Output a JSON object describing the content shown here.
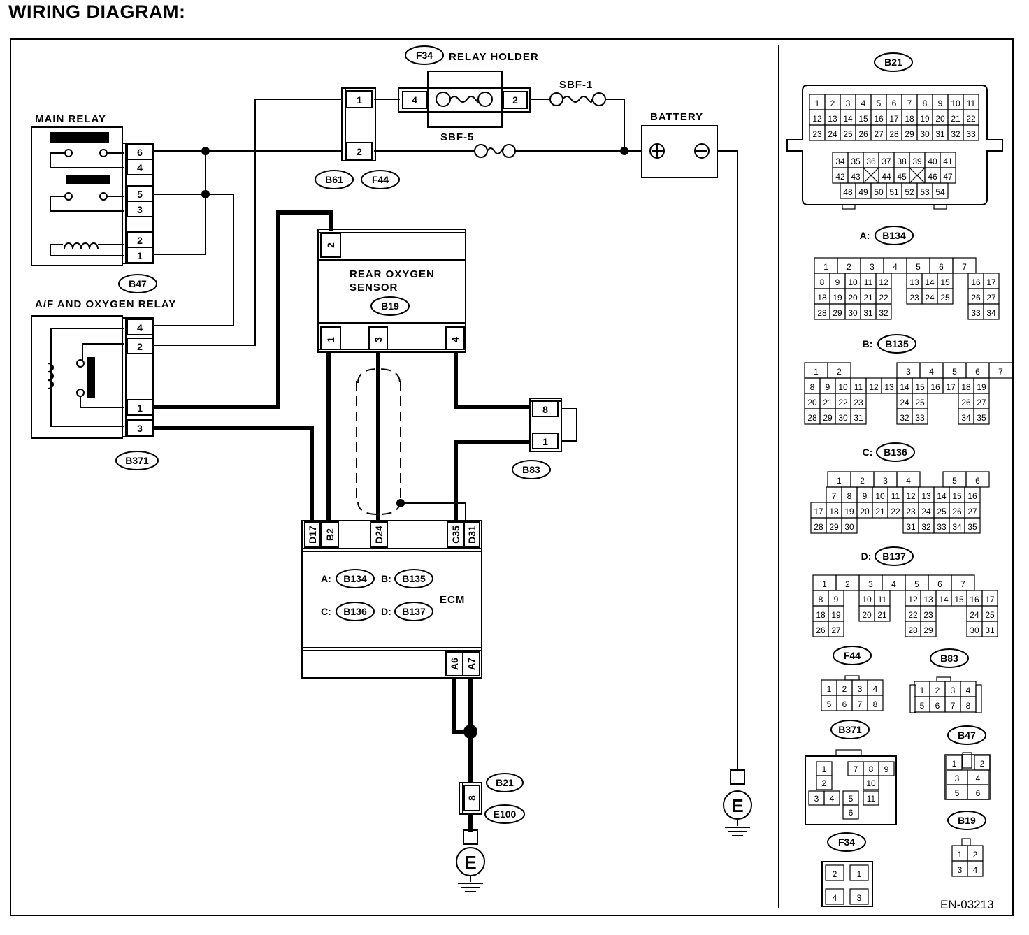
{
  "title": "WIRING DIAGRAM:",
  "figure_id": "EN-03213",
  "components": {
    "main_relay": "MAIN RELAY",
    "af_relay": "A/F AND OXYGEN RELAY",
    "relay_holder": "RELAY HOLDER",
    "battery": "BATTERY",
    "rear_o2_line1": "REAR OXYGEN",
    "rear_o2_line2": "SENSOR",
    "ecm": "ECM",
    "sbf1": "SBF-1",
    "sbf5": "SBF-5",
    "ground": "E"
  },
  "connectors": {
    "b47": "B47",
    "b371": "B371",
    "b61": "B61",
    "f44": "F44",
    "f34": "F34",
    "b19": "B19",
    "b83": "B83",
    "b21": "B21",
    "e100": "E100",
    "b134": "B134",
    "b135": "B135",
    "b136": "B136",
    "b137": "B137"
  },
  "ecm_prefixes": {
    "a": "A:",
    "b": "B:",
    "c": "C:",
    "d": "D:"
  },
  "pins": {
    "main_relay": [
      "6",
      "4",
      "5",
      "3",
      "2",
      "1"
    ],
    "af_relay": [
      "4",
      "2",
      "1",
      "3"
    ],
    "b61": [
      "1",
      "2"
    ],
    "f34_holder": [
      "4",
      "2"
    ],
    "o2_top": "2",
    "o2_bottom": [
      "1",
      "3",
      "4"
    ],
    "b83": [
      "8",
      "1"
    ],
    "ecm_top": [
      "D17",
      "B2",
      "D24",
      "C35",
      "D31"
    ],
    "ecm_bottom": [
      "A6",
      "A7"
    ],
    "b21_pin": "8"
  },
  "legend": {
    "b21": {
      "rows_top": [
        [
          "1",
          "2",
          "3",
          "4",
          "5",
          "6",
          "7",
          "8",
          "9",
          "10",
          "11"
        ],
        [
          "12",
          "13",
          "14",
          "15",
          "16",
          "17",
          "18",
          "19",
          "20",
          "21",
          "22"
        ],
        [
          "23",
          "24",
          "25",
          "26",
          "27",
          "28",
          "29",
          "30",
          "31",
          "32",
          "33"
        ]
      ],
      "rows_bottom": [
        [
          "34",
          "35",
          "36",
          "37",
          "38",
          "39",
          "40",
          "41"
        ],
        [
          "42",
          "43",
          "X",
          "44",
          "45",
          "X",
          "46",
          "47"
        ],
        [
          "48",
          "49",
          "50",
          "51",
          "52",
          "53",
          "54"
        ]
      ]
    },
    "b134": {
      "label": "A:",
      "rows": [
        [
          "1",
          "2",
          "3",
          "4",
          "5",
          "6",
          "7"
        ],
        [
          "8",
          "9",
          "10",
          "11",
          "12",
          "",
          "13",
          "14",
          "15",
          "",
          "16",
          "17"
        ],
        [
          "18",
          "19",
          "20",
          "21",
          "22",
          "",
          "23",
          "24",
          "25",
          "",
          "26",
          "27"
        ],
        [
          "28",
          "29",
          "30",
          "31",
          "32",
          "",
          "",
          "",
          "",
          "",
          "33",
          "34"
        ]
      ]
    },
    "b135": {
      "label": "B:",
      "rows": [
        [
          "1",
          "2",
          "",
          "",
          "3",
          "4",
          "5",
          "6",
          "7"
        ],
        [
          "8",
          "9",
          "10",
          "11",
          "12",
          "13",
          "14",
          "15",
          "16",
          "17",
          "18",
          "19"
        ],
        [
          "20",
          "21",
          "22",
          "23",
          "",
          "",
          "24",
          "25",
          "",
          "",
          "26",
          "27"
        ],
        [
          "28",
          "29",
          "30",
          "31",
          "",
          "",
          "32",
          "33",
          "",
          "",
          "34",
          "35"
        ]
      ]
    },
    "b136": {
      "label": "C:",
      "rows": [
        [
          "",
          "1",
          "2",
          "3",
          "4",
          "",
          "5",
          "6"
        ],
        [
          "",
          "7",
          "8",
          "9",
          "10",
          "11",
          "12",
          "13",
          "14",
          "15",
          "16"
        ],
        [
          "17",
          "18",
          "19",
          "20",
          "21",
          "22",
          "23",
          "24",
          "25",
          "26",
          "27"
        ],
        [
          "28",
          "29",
          "30",
          "",
          "",
          "",
          "31",
          "32",
          "33",
          "34",
          "35"
        ]
      ]
    },
    "b137": {
      "label": "D:",
      "rows": [
        [
          "1",
          "2",
          "3",
          "4",
          "5",
          "6",
          "7"
        ],
        [
          "8",
          "9",
          "",
          "10",
          "11",
          "",
          "12",
          "13",
          "14",
          "15",
          "16",
          "17"
        ],
        [
          "18",
          "19",
          "",
          "20",
          "21",
          "",
          "22",
          "23",
          "",
          "",
          "24",
          "25"
        ],
        [
          "26",
          "27",
          "",
          "",
          "",
          "",
          "28",
          "29",
          "",
          "",
          "30",
          "31"
        ]
      ]
    },
    "f44": [
      [
        "1",
        "2",
        "3",
        "4"
      ],
      [
        "5",
        "6",
        "7",
        "8"
      ]
    ],
    "b83": [
      [
        "1",
        "2",
        "3",
        "4"
      ],
      [
        "5",
        "6",
        "7",
        "8"
      ]
    ],
    "b371": [
      "1",
      "2",
      "3",
      "4",
      "5",
      "6",
      "7",
      "8",
      "9",
      "10",
      "11"
    ],
    "b47": [
      "1",
      "2",
      "3",
      "4",
      "5",
      "6"
    ],
    "b19": [
      "1",
      "2",
      "3",
      "4"
    ],
    "f34": [
      "2",
      "1",
      "4",
      "3"
    ]
  }
}
